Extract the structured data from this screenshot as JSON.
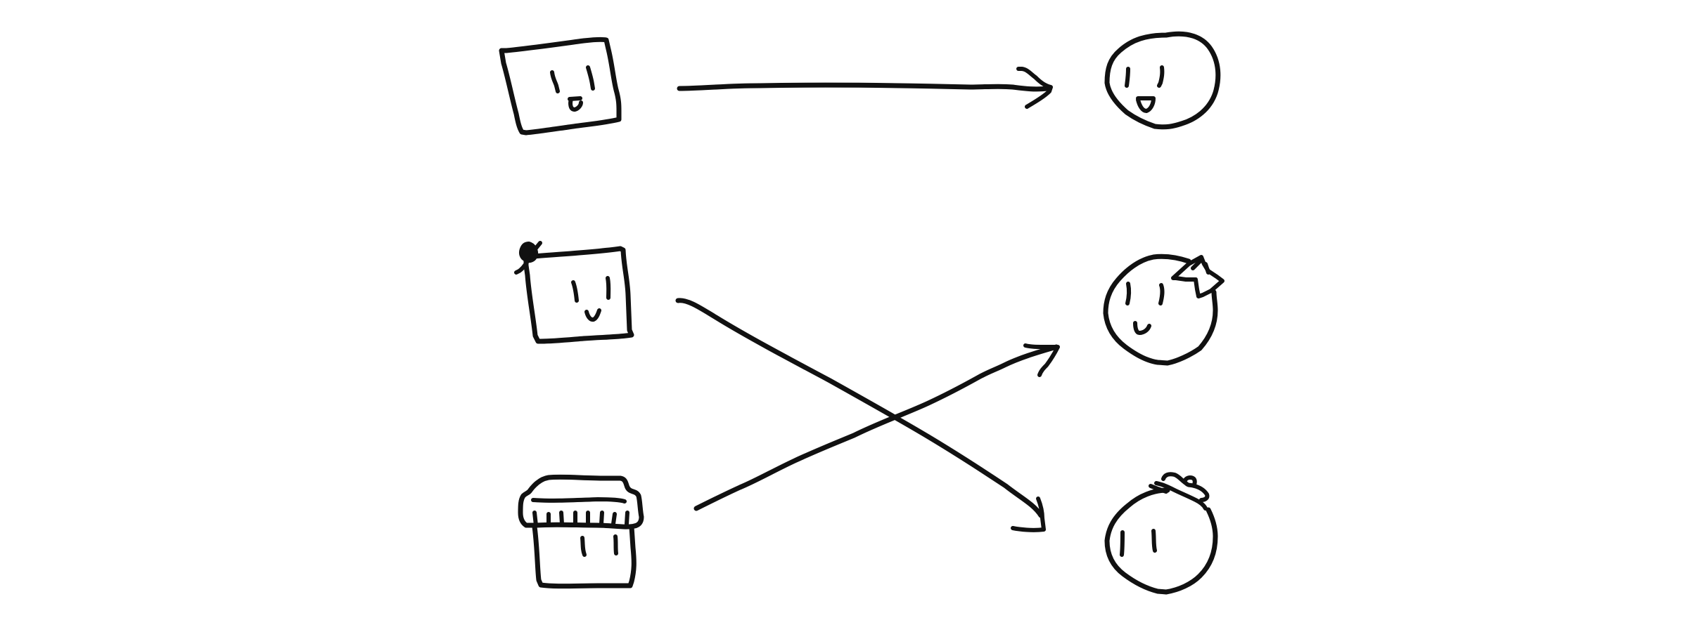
{
  "diagram": {
    "style": "hand-drawn sketch",
    "colors": {
      "ink": "#111111",
      "background": "#ffffff"
    },
    "left_column": [
      {
        "id": "square-face",
        "icon": "square-face-icon"
      },
      {
        "id": "square-face-with-bow",
        "icon": "square-face-bow-icon"
      },
      {
        "id": "square-face-with-bangs",
        "icon": "square-face-bangs-icon"
      }
    ],
    "right_column": [
      {
        "id": "round-face",
        "icon": "round-face-icon"
      },
      {
        "id": "round-face-with-bow",
        "icon": "round-face-bow-icon"
      },
      {
        "id": "round-face-with-bun",
        "icon": "round-face-bun-icon"
      }
    ],
    "connections": [
      {
        "from": "square-face",
        "to": "round-face",
        "shape": "straight"
      },
      {
        "from": "square-face-with-bow",
        "to": "round-face-with-bun",
        "shape": "curved"
      },
      {
        "from": "square-face-with-bangs",
        "to": "round-face-with-bow",
        "shape": "curved"
      }
    ]
  }
}
